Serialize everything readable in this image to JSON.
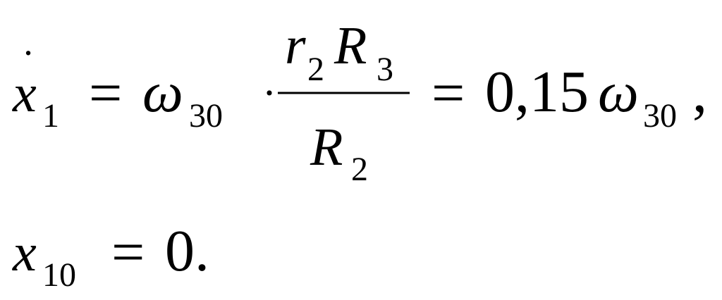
{
  "equations": [
    {
      "lhs_symbol": "x",
      "lhs_dot": "˙",
      "lhs_subscript": "1",
      "equals_1": "=",
      "omega": "ω",
      "omega_subscript": "30",
      "dot_operator": "·",
      "numerator_r": "r",
      "numerator_r_subscript": "2",
      "numerator_R": "R",
      "numerator_R_subscript": "3",
      "denominator_R": "R",
      "denominator_R_subscript": "2",
      "equals_2": "=",
      "coefficient": "0,15",
      "omega_2": "ω",
      "omega_2_subscript": "30",
      "trailing": ","
    },
    {
      "lhs_symbol": "x",
      "lhs_subscript": "10",
      "equals": "=",
      "value": "0."
    }
  ]
}
